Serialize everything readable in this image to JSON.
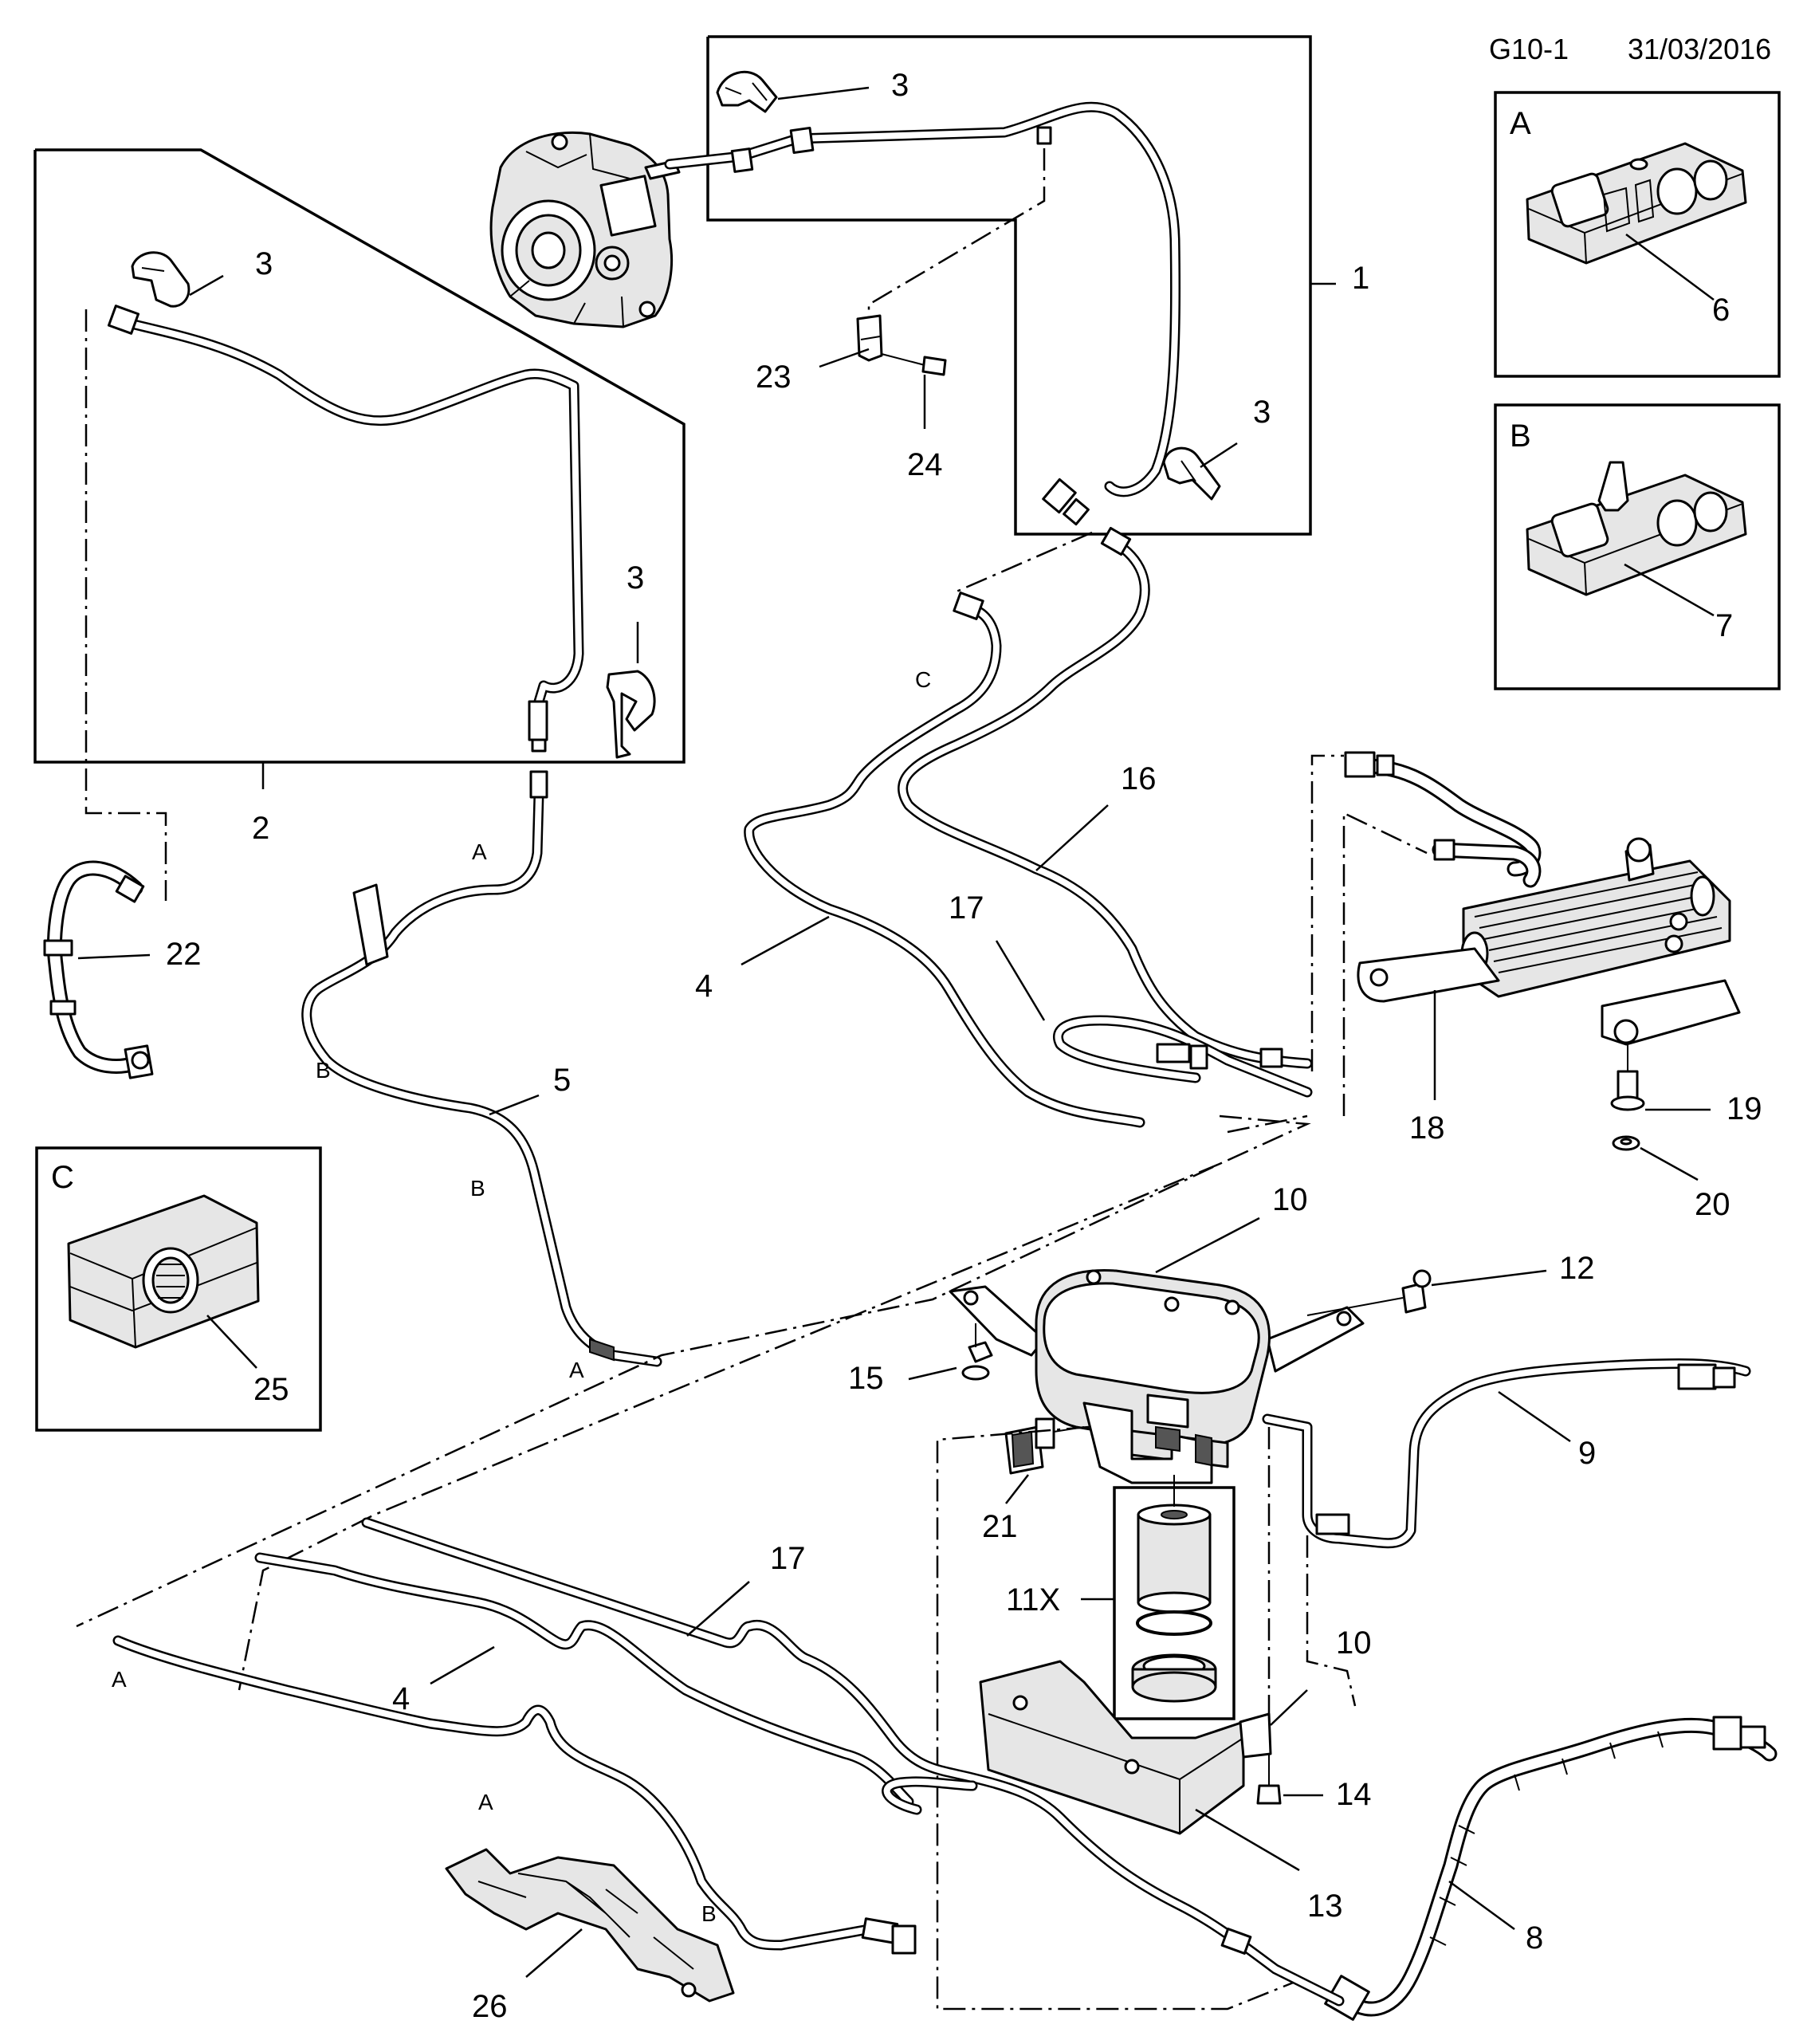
{
  "header": {
    "code": "G10-1",
    "date": "31/03/2016"
  },
  "callouts": {
    "c1": "1",
    "c2": "2",
    "c3a": "3",
    "c3b": "3",
    "c3c": "3",
    "c3d": "3",
    "c4a": "4",
    "c4b": "4",
    "c5": "5",
    "c6": "6",
    "c7": "7",
    "c8": "8",
    "c9": "9",
    "c10a": "10",
    "c10b": "10",
    "c11x": "11X",
    "c12": "12",
    "c13": "13",
    "c14": "14",
    "c15": "15",
    "c16": "16",
    "c17a": "17",
    "c17b": "17",
    "c18": "18",
    "c19": "19",
    "c20": "20",
    "c21": "21",
    "c22": "22",
    "c23": "23",
    "c24": "24",
    "c25": "25",
    "c26": "26"
  },
  "clip_refs": {
    "a1": "A",
    "a2": "A",
    "a3": "A",
    "a4": "A",
    "b1": "B",
    "b2": "B",
    "b3": "B",
    "c1": "C"
  },
  "insets": {
    "a": {
      "title": "A"
    },
    "b": {
      "title": "B"
    },
    "c": {
      "title": "C"
    }
  }
}
